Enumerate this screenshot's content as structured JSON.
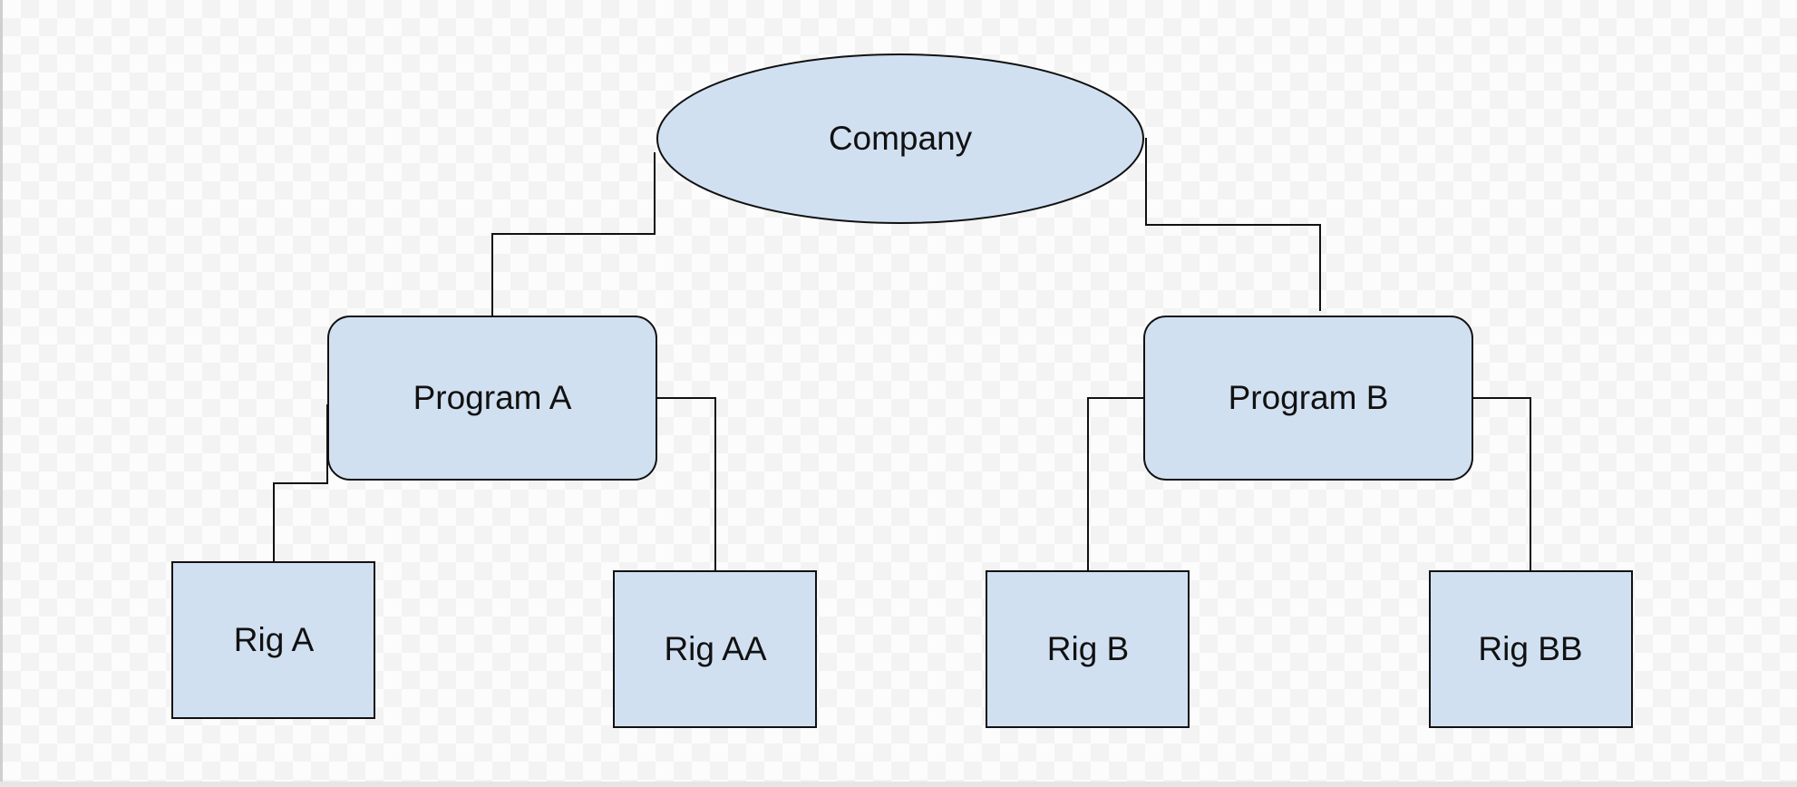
{
  "diagram": {
    "root": {
      "label": "Company"
    },
    "programs": [
      {
        "label": "Program A"
      },
      {
        "label": "Program B"
      }
    ],
    "rigs": [
      {
        "label": "Rig A"
      },
      {
        "label": "Rig AA"
      },
      {
        "label": "Rig B"
      },
      {
        "label": "Rig BB"
      }
    ]
  },
  "colors": {
    "node_fill": "#d1e0f1",
    "node_stroke": "#111111",
    "connector": "#111111"
  }
}
